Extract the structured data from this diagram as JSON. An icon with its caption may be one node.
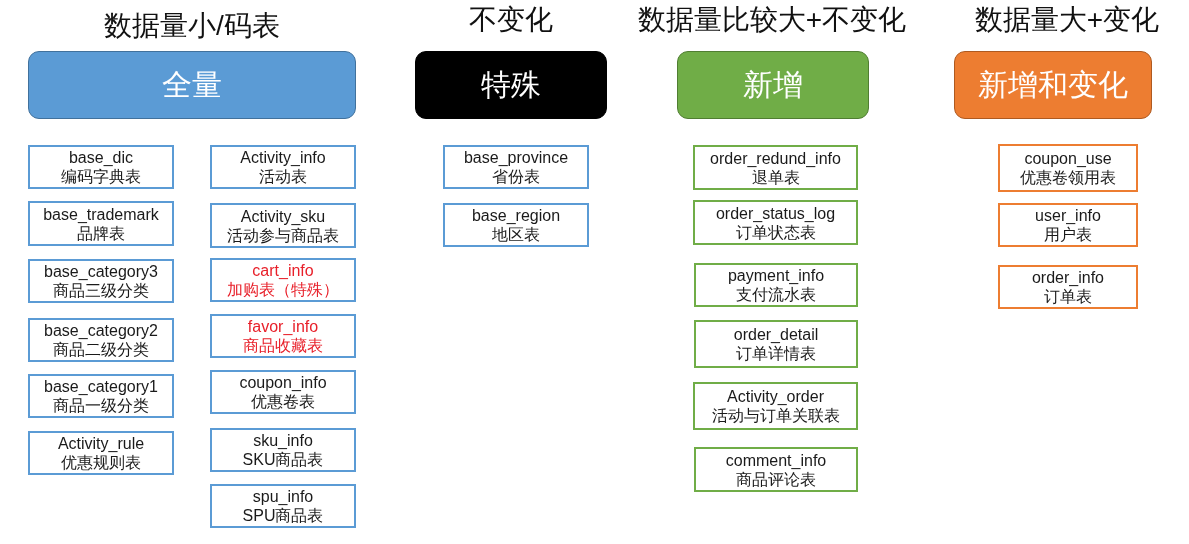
{
  "diagram": {
    "nodes": [
      {
        "text": [
          "全量"
        ],
        "beside": [
          "数据量小/码表"
        ]
      },
      {
        "text": [
          "特殊"
        ],
        "beside": [
          "不变化"
        ]
      },
      {
        "text": [
          "新增"
        ],
        "beside": [
          "数据量比较大+不变化"
        ]
      },
      {
        "text": [
          "新增和变化"
        ],
        "beside": [
          "数据量大+变化"
        ]
      },
      {
        "text": [
          "base_dic",
          "编码字典表"
        ]
      },
      {
        "text": [
          "base_trademark",
          "品牌表"
        ]
      },
      {
        "text": [
          "base_category3",
          "商品三级分类"
        ]
      },
      {
        "text": [
          "base_category2",
          "商品二级分类"
        ]
      },
      {
        "text": [
          "base_category1",
          "商品一级分类"
        ]
      },
      {
        "text": [
          "Activity_rule",
          "优惠规则表"
        ]
      },
      {
        "text": [
          "Activity_info",
          "活动表"
        ]
      },
      {
        "text": [
          "Activity_sku",
          "活动参与商品表"
        ]
      },
      {
        "text": [
          "cart_info",
          "加购表（特殊）"
        ]
      },
      {
        "text": [
          "favor_info",
          "商品收藏表"
        ]
      },
      {
        "text": [
          "coupon_info",
          "优惠卷表"
        ]
      },
      {
        "text": [
          "sku_info",
          "SKU商品表"
        ]
      },
      {
        "text": [
          "spu_info",
          "SPU商品表"
        ]
      },
      {
        "text": [
          "base_province",
          "省份表"
        ]
      },
      {
        "text": [
          "base_region",
          "地区表"
        ]
      },
      {
        "text": [
          "order_redund_info",
          "退单表"
        ]
      },
      {
        "text": [
          "order_status_log",
          "订单状态表"
        ]
      },
      {
        "text": [
          "payment_info",
          "支付流水表"
        ]
      },
      {
        "text": [
          "order_detail",
          "订单详情表"
        ]
      },
      {
        "text": [
          "Activity_order",
          "活动与订单关联表"
        ]
      },
      {
        "text": [
          "comment_info",
          "商品评论表"
        ]
      },
      {
        "text": [
          "coupon_use",
          "优惠卷领用表"
        ]
      },
      {
        "text": [
          "user_info",
          "用户表"
        ]
      },
      {
        "text": [
          "order_info",
          "订单表"
        ]
      }
    ]
  }
}
